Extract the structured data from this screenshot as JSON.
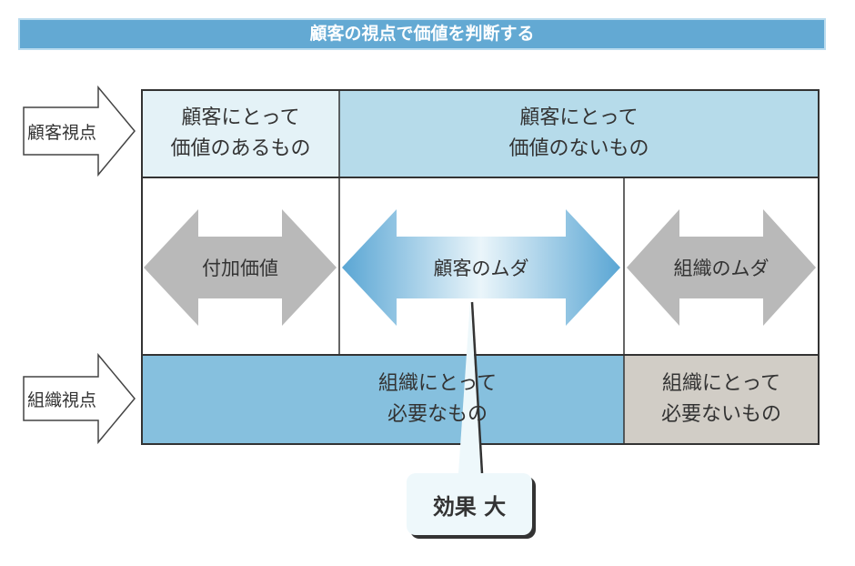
{
  "title": "顧客の視点で価値を判断する",
  "row_labels": {
    "customer": "顧客視点",
    "organization": "組織視点"
  },
  "cells": {
    "customer_value": "顧客にとって\n価値のあるもの",
    "customer_no_value": "顧客にとって\n価値のないもの",
    "org_needed": "組織にとって\n必要なもの",
    "org_not_needed": "組織にとって\n必要ないもの"
  },
  "arrows": {
    "added_value": "付加価値",
    "customer_waste": "顧客のムダ",
    "org_waste": "組織のムダ"
  },
  "callout": "効果 大",
  "colors": {
    "title": "#63a9d3",
    "light_blue": "#e4f2f7",
    "mid_blue": "#b6dbea",
    "blue": "#86c0de",
    "gray": "#d1cdc6",
    "arrow_gray": "#b9b9b9"
  }
}
